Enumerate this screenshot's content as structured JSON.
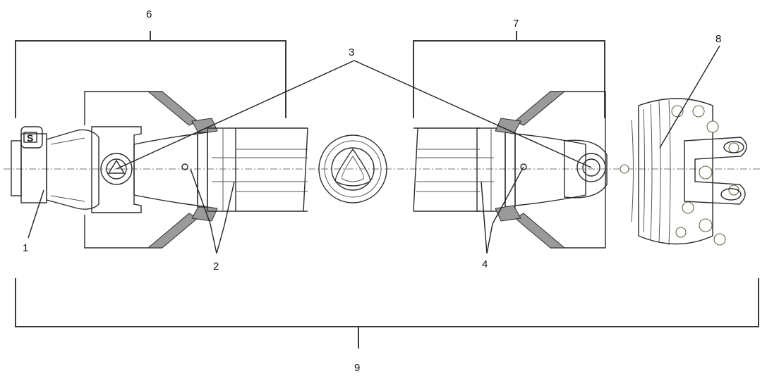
{
  "callouts": [
    "1",
    "2",
    "3",
    "4",
    "6",
    "7",
    "8",
    "9"
  ],
  "tube_section": {
    "mark": "S"
  },
  "colors": {
    "line": "#2b2b2b",
    "hatch": "#9a9a9a",
    "clutch_tint": "#5a6b4a"
  }
}
